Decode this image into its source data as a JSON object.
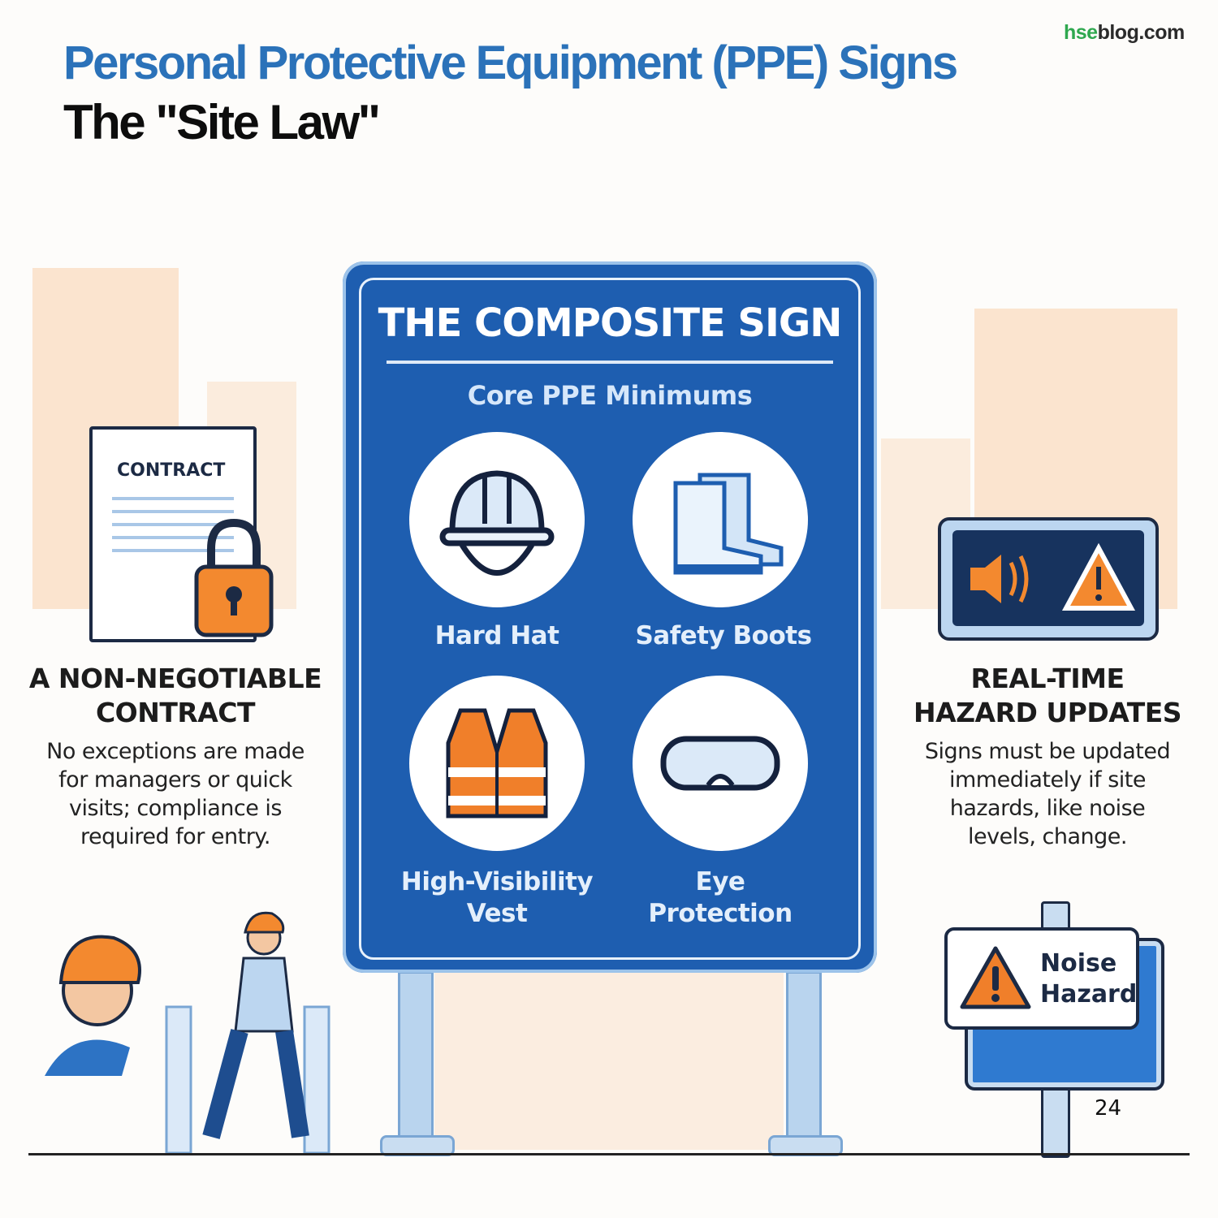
{
  "header": {
    "title": "Personal Protective Equipment (PPE) Signs",
    "subtitle": "The \"Site Law\"",
    "brand_prefix": "hse",
    "brand_suffix": "blog.com"
  },
  "sign": {
    "title": "THE COMPOSITE SIGN",
    "subtitle": "Core PPE Minimums",
    "items": [
      {
        "label": "Hard Hat",
        "icon": "hard-hat-icon"
      },
      {
        "label": "Safety Boots",
        "icon": "safety-boots-icon"
      },
      {
        "label_line1": "High-Visibility",
        "label_line2": "Vest",
        "icon": "hi-vis-vest-icon"
      },
      {
        "label_line1": "Eye",
        "label_line2": "Protection",
        "icon": "goggles-icon"
      }
    ]
  },
  "left_panel": {
    "doc_label": "CONTRACT",
    "heading_line1": "A NON-NEGOTIABLE",
    "heading_line2": "CONTRACT",
    "body": [
      "No exceptions are made",
      "for managers or quick",
      "visits; compliance is",
      "required for entry."
    ]
  },
  "right_panel": {
    "heading_line1": "REAL-TIME",
    "heading_line2": "HAZARD UPDATES",
    "body": [
      "Signs must be updated",
      "immediately if site",
      "hazards, like noise",
      "levels, change."
    ],
    "noise_sign_line1": "Noise",
    "noise_sign_line2": "Hazard"
  },
  "page_number": "24",
  "colors": {
    "title_blue": "#2b72b9",
    "sign_blue": "#1e5eb0",
    "accent_orange": "#f07f2a",
    "brand_green": "#2fa84f"
  }
}
